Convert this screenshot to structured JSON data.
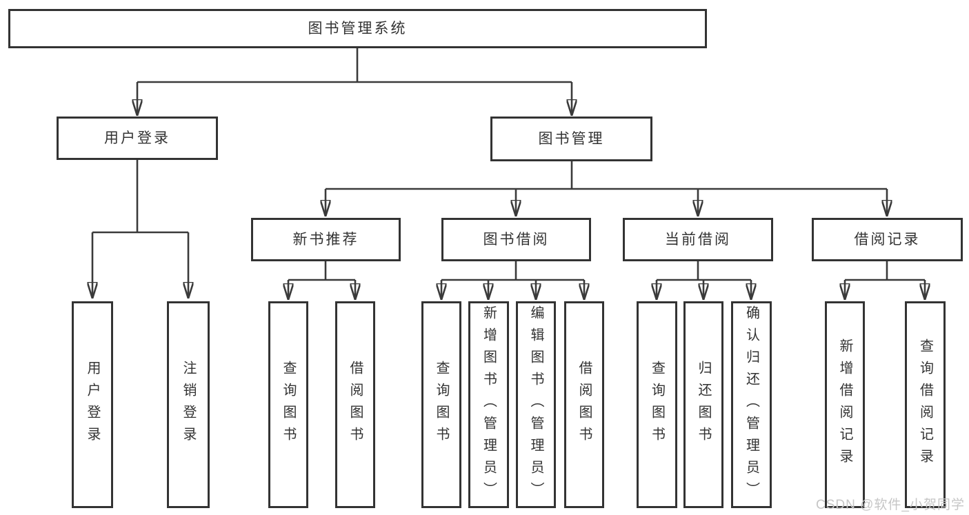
{
  "diagram": {
    "root_label": "图书管理系统",
    "user_login": {
      "label": "用户登录",
      "children": {
        "login": "用户登录",
        "logout": "注销登录"
      }
    },
    "book_management": {
      "label": "图书管理",
      "sections": {
        "new_book_recommend": {
          "label": "新书推荐",
          "children": {
            "query_books": "查询图书",
            "borrow_books": "借阅图书"
          }
        },
        "book_borrowing": {
          "label": "图书借阅",
          "children": {
            "query_books": "查询图书",
            "add_books": "新增图书（管理员）",
            "edit_books": "编辑图书（管理员）",
            "borrow_books": "借阅图书"
          }
        },
        "current_borrowing": {
          "label": "当前借阅",
          "children": {
            "query_books": "查询图书",
            "return_books": "归还图书",
            "confirm_return": "确认归还（管理员）"
          }
        },
        "borrowing_records": {
          "label": "借阅记录",
          "children": {
            "add_record": "新增借阅记录",
            "query_record": "查询借阅记录"
          }
        }
      }
    },
    "line_color": "#3a3a3a",
    "watermark": "CSDN @软件_小贺同学"
  }
}
